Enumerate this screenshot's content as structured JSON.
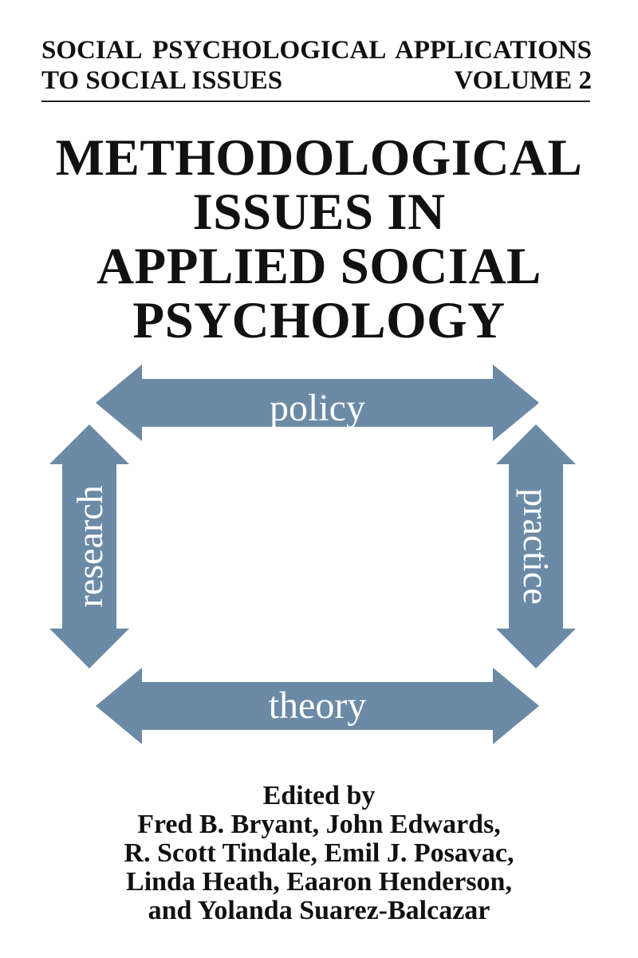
{
  "series": {
    "line1": "SOCIAL PSYCHOLOGICAL APPLICATIONS",
    "line2_left": "TO SOCIAL ISSUES",
    "line2_right": "VOLUME 2"
  },
  "title": {
    "lines": [
      "METHODOLOGICAL",
      "ISSUES IN",
      "APPLIED SOCIAL",
      "PSYCHOLOGY"
    ]
  },
  "diagram": {
    "color": "#6b8aa5",
    "labels": {
      "top": "policy",
      "right": "practice",
      "bottom": "theory",
      "left": "research"
    }
  },
  "editors": {
    "heading": "Edited by",
    "lines": [
      "Fred B. Bryant, John Edwards,",
      "R. Scott Tindale, Emil J. Posavac,",
      "Linda Heath, Eaaron Henderson,",
      "and Yolanda Suarez-Balcazar"
    ]
  }
}
